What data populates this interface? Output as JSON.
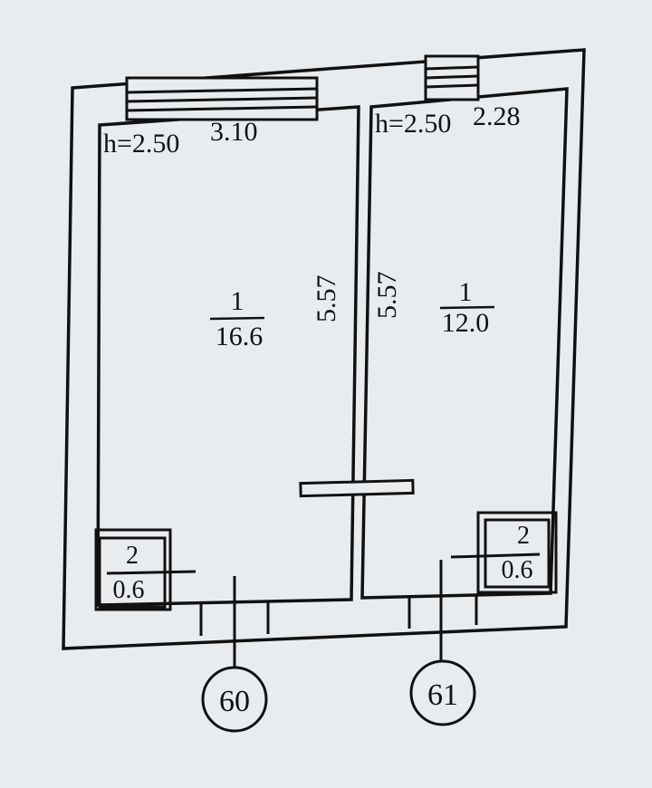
{
  "rooms": [
    {
      "height_label": "h=2.50",
      "width_label": "3.10",
      "length_label": "5.57",
      "number": "1",
      "area": "16.6"
    },
    {
      "height_label": "h=2.50",
      "width_label": "2.28",
      "length_label": "5.57",
      "number": "1",
      "area": "12.0"
    }
  ],
  "closets": [
    {
      "number": "2",
      "area": "0.6"
    },
    {
      "number": "2",
      "area": "0.6"
    }
  ],
  "markers": [
    "60",
    "61"
  ],
  "colors": {
    "paper": "#e9ecef",
    "ink": "#111111"
  }
}
